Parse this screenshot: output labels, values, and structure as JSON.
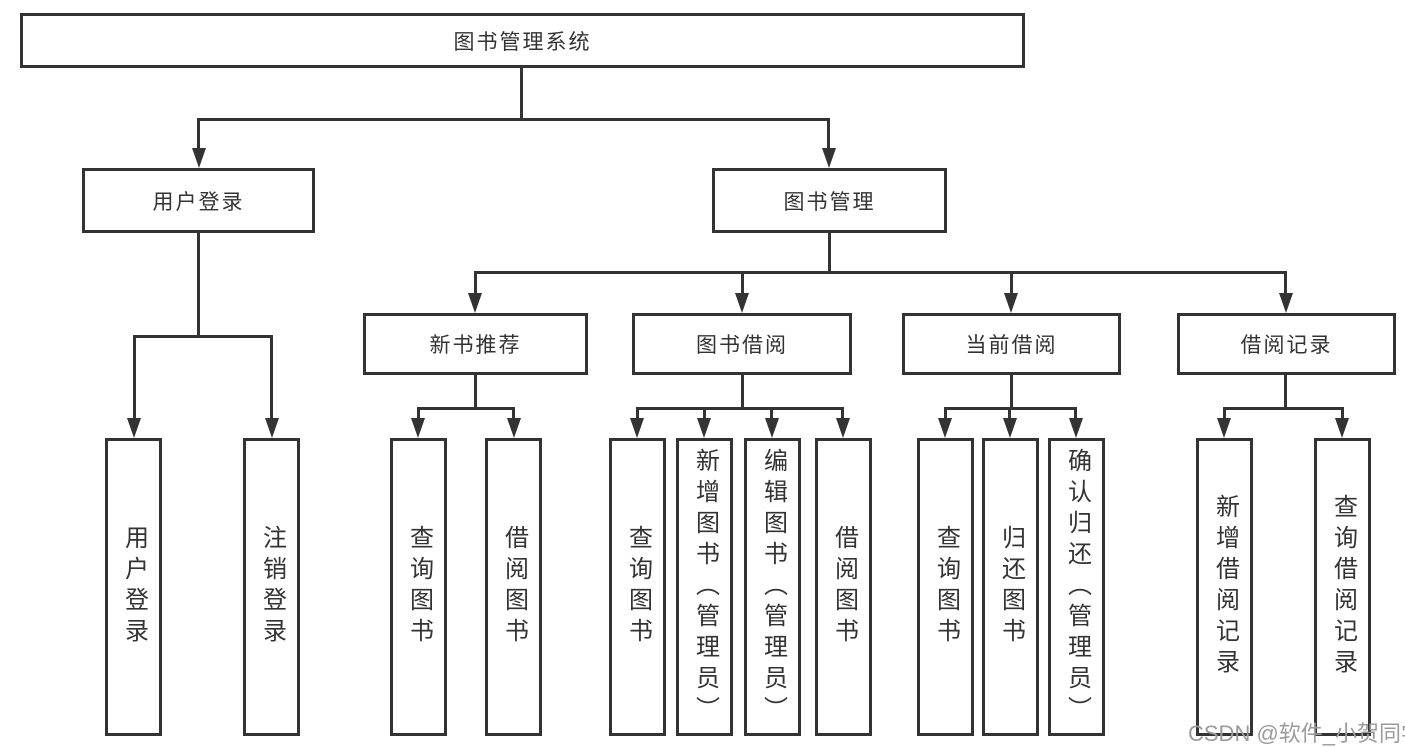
{
  "diagram": {
    "root": {
      "label": "图书管理系统"
    },
    "login": {
      "label": "用户登录",
      "leaves": [
        {
          "label": "用户登录"
        },
        {
          "label": "注销登录"
        }
      ]
    },
    "management": {
      "label": "图书管理",
      "groups": [
        {
          "label": "新书推荐",
          "leaves": [
            {
              "label": "查询图书"
            },
            {
              "label": "借阅图书"
            }
          ]
        },
        {
          "label": "图书借阅",
          "leaves": [
            {
              "label": "查询图书"
            },
            {
              "label": "新增图书（管理员）"
            },
            {
              "label": "编辑图书（管理员）"
            },
            {
              "label": "借阅图书"
            }
          ]
        },
        {
          "label": "当前借阅",
          "leaves": [
            {
              "label": "查询图书"
            },
            {
              "label": "归还图书"
            },
            {
              "label": "确认归还（管理员）"
            }
          ]
        },
        {
          "label": "借阅记录",
          "leaves": [
            {
              "label": "新增借阅记录"
            },
            {
              "label": "查询借阅记录"
            }
          ]
        }
      ]
    }
  },
  "watermark": {
    "text": "CSDN @软件_小贺同学"
  },
  "colors": {
    "line": "#333333",
    "text": "#333333",
    "background": "#ffffff",
    "watermark": "#9b9b9b"
  }
}
